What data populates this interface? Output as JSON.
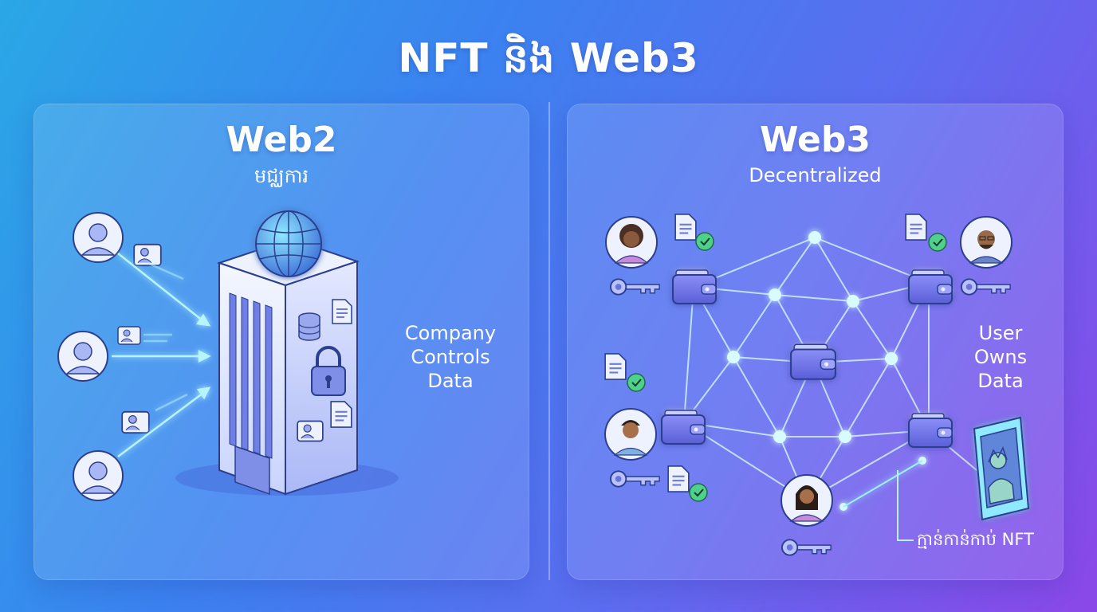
{
  "title": "NFT និង Web3",
  "web2": {
    "heading": "Web2",
    "subheading": "មជ្ឈការ",
    "side_label": "Company\nControls\nData"
  },
  "web3": {
    "heading": "Web3",
    "subheading": "Decentralized",
    "side_label": "User\nOwns\nData",
    "nft_label": "ក្មាន់កាន់កាប់ NFT"
  },
  "colors": {
    "bg_start": "#2aa7e6",
    "bg_end": "#8b47e8",
    "node_glow": "#9ff0ff",
    "check_green": "#4fd18b",
    "wallet": "#6a6ee8"
  },
  "icons": [
    "user-avatar-icon",
    "id-card-icon",
    "globe-icon",
    "server-icon",
    "padlock-icon",
    "document-icon",
    "wallet-icon",
    "key-icon",
    "verified-document-icon",
    "nft-card-icon"
  ]
}
